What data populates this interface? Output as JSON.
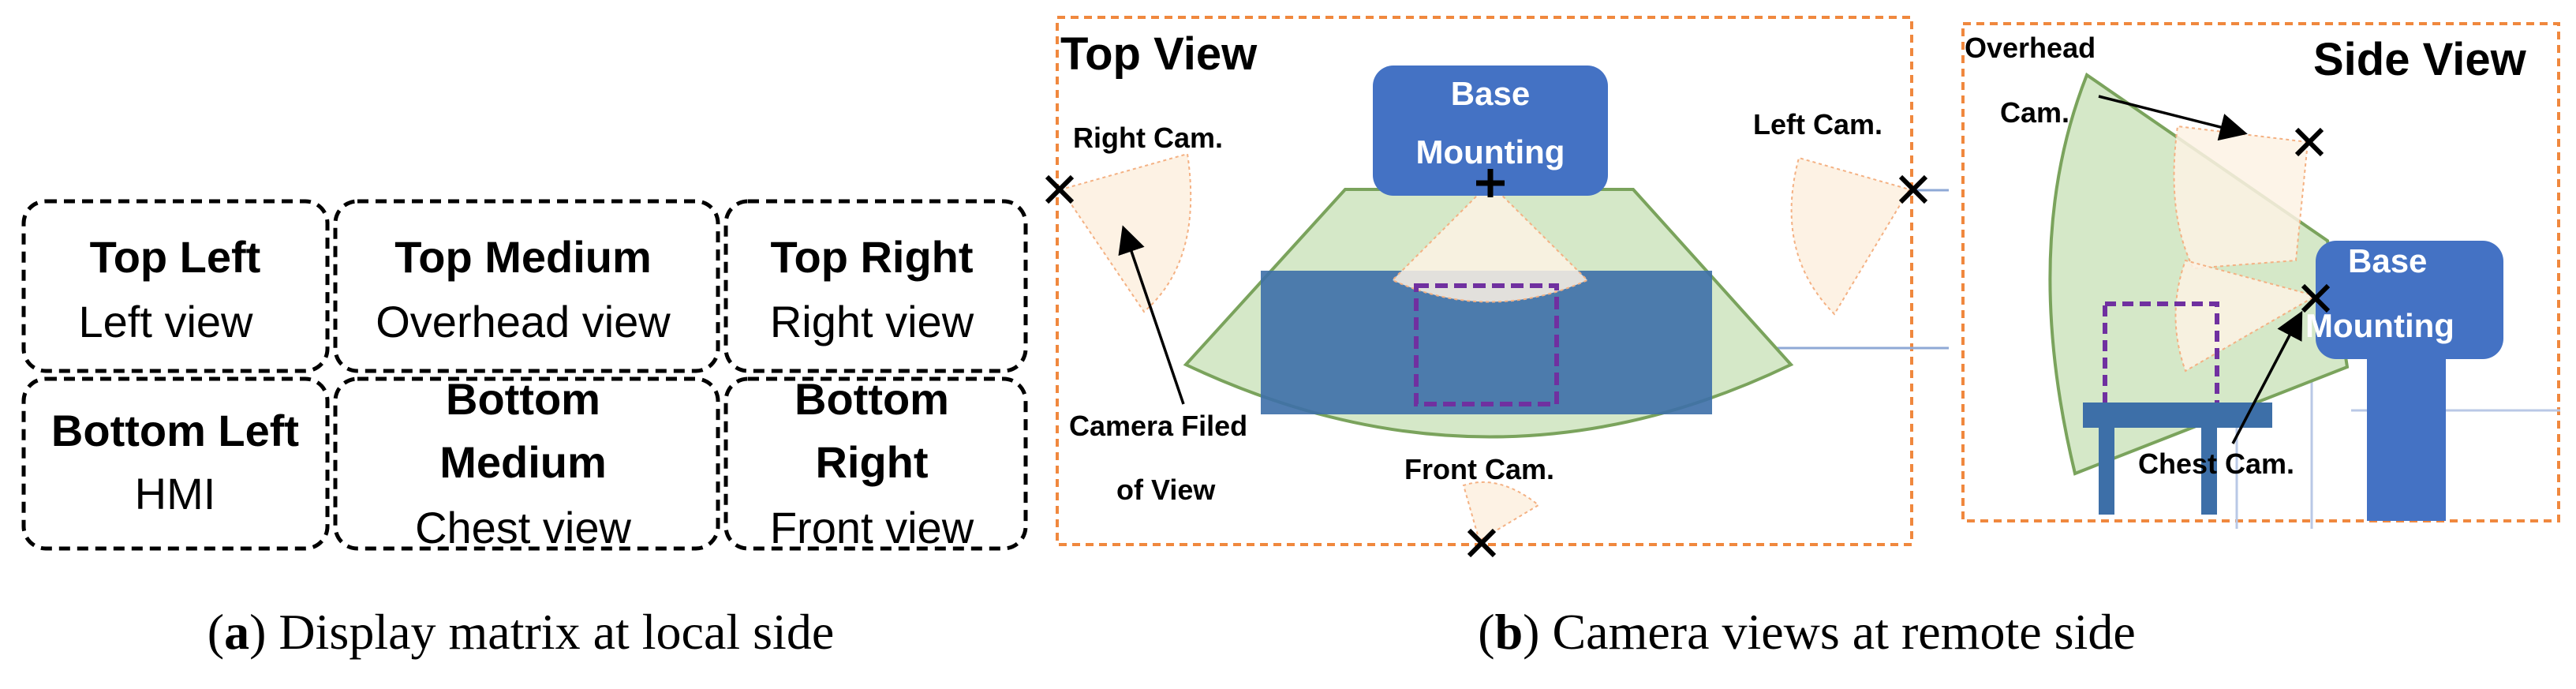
{
  "display_matrix": {
    "cells": [
      {
        "title": "Top Left",
        "subtitle": "Left view"
      },
      {
        "title": "Top Medium",
        "subtitle": "Overhead view"
      },
      {
        "title": "Top Right",
        "subtitle": "Right view"
      },
      {
        "title": "Bottom Left",
        "subtitle": "HMI"
      },
      {
        "title_line1": "Bottom",
        "title_line2": "Medium",
        "subtitle": "Chest view"
      },
      {
        "title_line1": "Bottom",
        "title_line2": "Right",
        "subtitle": "Front view"
      }
    ],
    "caption_letter": "a",
    "caption_text": "Display matrix at local side"
  },
  "top_view": {
    "title": "Top View",
    "base_line1": "Base",
    "base_line2": "Mounting",
    "right_cam": "Right Cam.",
    "left_cam": "Left Cam.",
    "front_cam": "Front Cam.",
    "fov_line1": "Camera Filed",
    "fov_line2": "of View"
  },
  "side_view": {
    "title": "Side View",
    "overhead_line1": "Overhead",
    "overhead_line2": "Cam.",
    "base_line1": "Base",
    "base_line2": "Mounting",
    "chest_cam": "Chest Cam."
  },
  "caption_b": {
    "letter": "b",
    "text": "Camera views at remote side"
  },
  "colors": {
    "orange_dash": "#f0883e",
    "base_blue": "#4472c4",
    "fov_green": "#d5e8c8",
    "fov_green_stroke": "#7aa35c",
    "table_blue": "#3d6fa8",
    "purple_dash": "#7030a0",
    "cam_fov_fill": "#fdf2e4"
  }
}
